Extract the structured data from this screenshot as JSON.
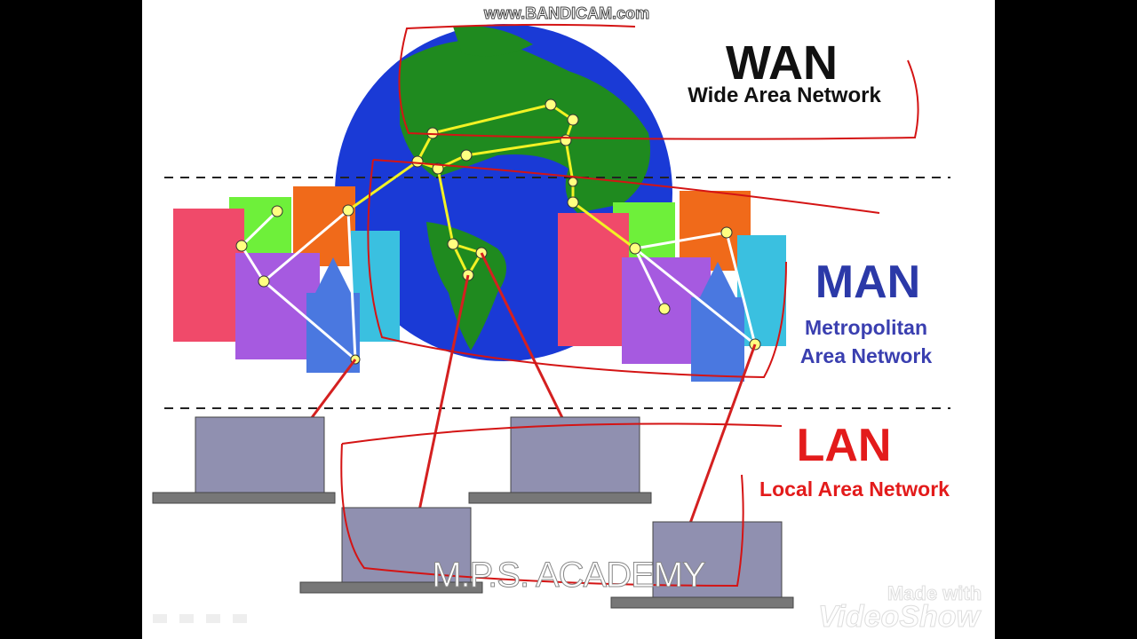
{
  "watermarks": {
    "recorder": "www.BANDICAM.com",
    "editor_line1": "Made with",
    "editor_line2": "VideoShow",
    "channel": "M.P.S. ACADEMY"
  },
  "wan": {
    "title": "WAN",
    "subtitle": "Wide Area Network"
  },
  "man": {
    "title": "MAN",
    "subtitle_line1": "Metropolitan",
    "subtitle_line2": "Area Network"
  },
  "lan": {
    "title": "LAN",
    "subtitle": "Local Area Network"
  },
  "colors": {
    "wan": "#111111",
    "man": "#2b39a8",
    "lan": "#e31b1b",
    "ocean": "#1a3ad6",
    "land": "#1f8a1f",
    "links": "#f2f224",
    "annotation": "#d41414"
  }
}
